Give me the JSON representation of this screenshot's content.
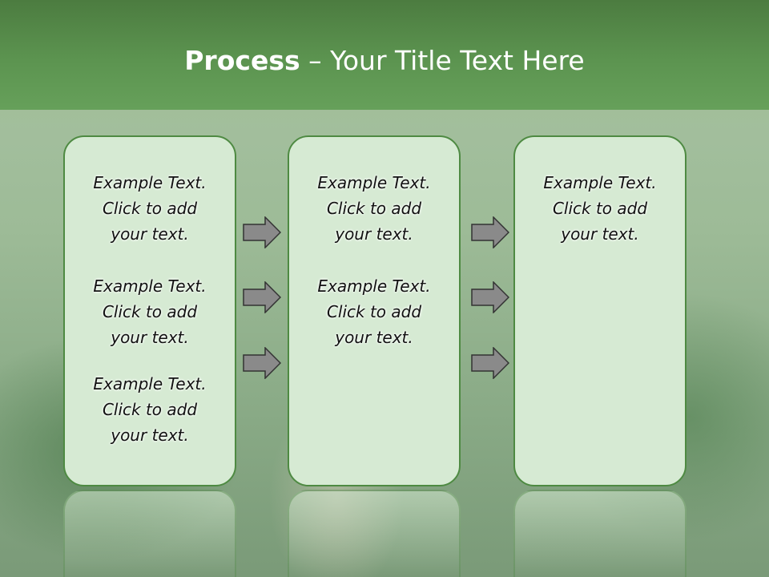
{
  "header": {
    "title_bold": "Process",
    "title_rest": " – Your Title Text Here",
    "color": "#5c9450"
  },
  "columns": [
    {
      "blocks": [
        [
          "Example Text.",
          "Click  to add",
          "your text."
        ],
        [
          "Example Text.",
          "Click  to add",
          "your text."
        ],
        [
          "Example Text.",
          "Click  to add",
          "your text."
        ]
      ]
    },
    {
      "blocks": [
        [
          "Example Text.",
          "Click  to add",
          "your text."
        ],
        [
          "Example Text.",
          "Click  to add",
          "your text."
        ]
      ]
    },
    {
      "blocks": [
        [
          "Example Text.",
          "Click  to add",
          "your text."
        ]
      ]
    }
  ],
  "arrow_icon": "right-arrow-icon",
  "colors": {
    "box_fill": "#d6ead3",
    "box_border": "#4e8a42",
    "arrow_fill": "#8a8a8a"
  }
}
